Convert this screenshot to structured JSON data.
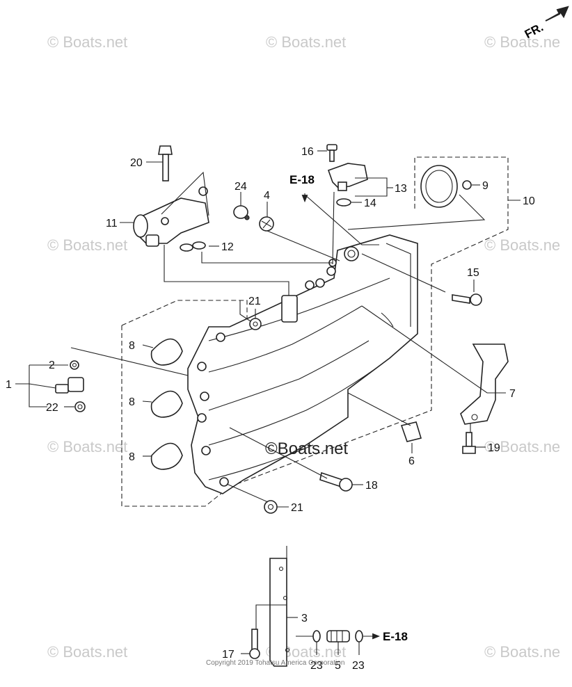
{
  "diagram": {
    "direction_label": "FR.",
    "center_watermark": "©Boats.net",
    "copyright": "Copyright 2019 Tohatsu America Corporation",
    "watermark_text": "© Boats.net",
    "watermark_text_cut": "© Boats.ne",
    "ref_e18": "E-18",
    "callouts": {
      "c1": "1",
      "c2": "2",
      "c3": "3",
      "c4": "4",
      "c5": "5",
      "c6": "6",
      "c7": "7",
      "c8a": "8",
      "c8b": "8",
      "c8c": "8",
      "c9": "9",
      "c10": "10",
      "c11": "11",
      "c12": "12",
      "c13": "13",
      "c14": "14",
      "c15": "15",
      "c16": "16",
      "c17": "17",
      "c18": "18",
      "c19": "19",
      "c20": "20",
      "c21a": "21",
      "c21b": "21",
      "c22": "22",
      "c23a": "23",
      "c23b": "23",
      "c24": "24"
    }
  }
}
